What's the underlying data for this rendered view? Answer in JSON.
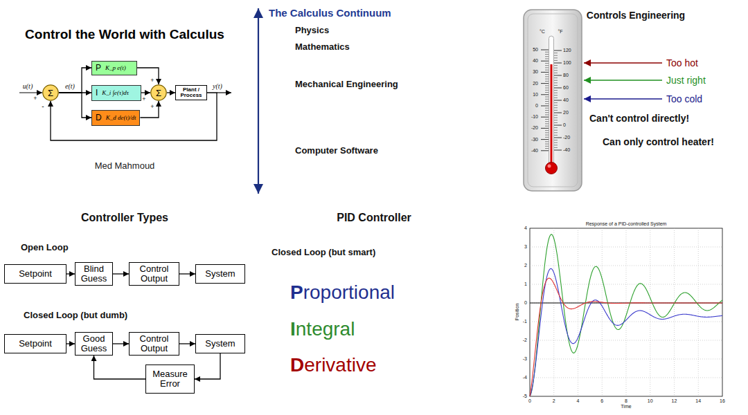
{
  "diagram": {
    "title": "Control the World with Calculus",
    "nodes": [
      {
        "text": [
          "Σ"
        ]
      },
      {
        "text": [
          "P",
          "K_p e(t)"
        ]
      },
      {
        "text": [
          "I",
          "K_i ∫e(τ)dτ"
        ]
      },
      {
        "text": [
          "D",
          "K_d de(t)/dt"
        ]
      },
      {
        "text": [
          "Σ"
        ]
      },
      {
        "text": [
          "Plant / Process"
        ]
      },
      {
        "text": [
          "Setpoint"
        ]
      },
      {
        "text": [
          "Blind Guess"
        ]
      },
      {
        "text": [
          "Control Output"
        ]
      },
      {
        "text": [
          "System"
        ]
      },
      {
        "text": [
          "Setpoint"
        ]
      },
      {
        "text": [
          "Good Guess"
        ]
      },
      {
        "text": [
          "Control Output"
        ]
      },
      {
        "text": [
          "System"
        ]
      },
      {
        "text": [
          "Measure Error"
        ]
      }
    ],
    "edges": [
      {
        "from": 0,
        "to": 1,
        "arrow": "to"
      },
      {
        "from": 0,
        "to": 2,
        "arrow": "to",
        "label": "e(t)"
      },
      {
        "from": 0,
        "to": 3,
        "arrow": "to"
      },
      {
        "from": 1,
        "to": 4,
        "arrow": "to"
      },
      {
        "from": 2,
        "to": 4,
        "arrow": "to"
      },
      {
        "from": 3,
        "to": 4,
        "arrow": "to"
      },
      {
        "from": 4,
        "to": 5,
        "arrow": "to"
      },
      {
        "from": 5,
        "to": 0,
        "arrow": "to"
      },
      {
        "from": 6,
        "to": 7,
        "arrow": "to"
      },
      {
        "from": 7,
        "to": 8,
        "arrow": "to"
      },
      {
        "from": 8,
        "to": 9,
        "arrow": "to"
      },
      {
        "from": 10,
        "to": 11,
        "arrow": "to"
      },
      {
        "from": 11,
        "to": 12,
        "arrow": "to"
      },
      {
        "from": 12,
        "to": 13,
        "arrow": "to"
      },
      {
        "from": 13,
        "to": 14,
        "arrow": "to"
      },
      {
        "from": 14,
        "to": 11,
        "arrow": "to"
      }
    ],
    "labels": [
      "Med Mahmoud",
      "u(t)",
      "+",
      "-",
      "+",
      "+",
      "+",
      "y(t)",
      "The Calculus Continuum",
      "Physics",
      "Mathematics",
      "Mechanical Engineering",
      "Computer Software",
      "Controls Engineering",
      "°C",
      "°F",
      "50",
      "40",
      "30",
      "20",
      "10",
      "0",
      "-10",
      "-20",
      "-30",
      "-40",
      "120",
      "100",
      "80",
      "60",
      "40",
      "20",
      "0",
      "-20",
      "-40",
      "Too hot",
      "Just right",
      "Too cold",
      "Can't control directly!",
      "Can only control heater!",
      "Controller Types",
      "Open Loop",
      "Closed Loop (but dumb)",
      "PID Controller",
      "Closed Loop (but smart)",
      "Proportional",
      "Integral",
      "Derivative",
      "Response of a PID-controlled System",
      "4",
      "3",
      "2",
      "1",
      "0",
      "-1",
      "-2",
      "-3",
      "-4",
      "-5",
      "0",
      "2",
      "4",
      "6",
      "8",
      "10",
      "12",
      "14",
      "16",
      "Position",
      "Time"
    ]
  }
}
